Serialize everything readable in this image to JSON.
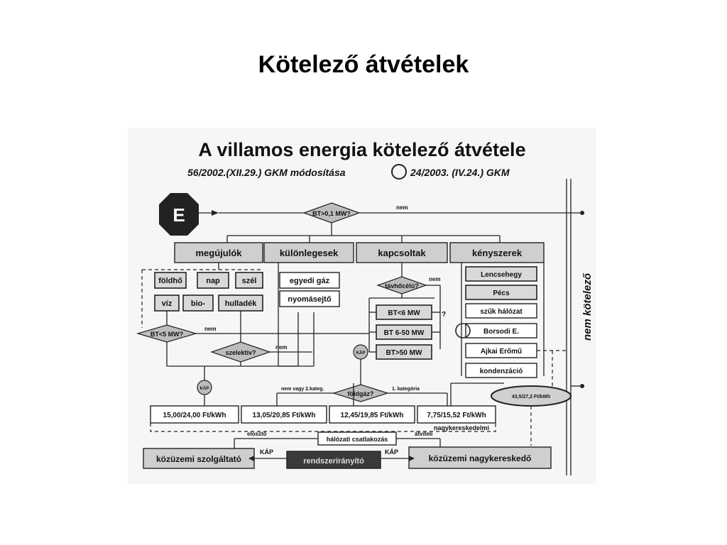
{
  "slide_title": "Kötelező átvételek",
  "diagram": {
    "title": "A villamos energia kötelező átvétele",
    "subtitle_left": "56/2002.(XII.29.) GKM módosítása",
    "subtitle_right": "24/2003. (IV.24.) GKM",
    "start_label": "E",
    "decision_bt01": "BT>0,1 MW?",
    "label_nem_top": "nem",
    "side_label": "nem kötelező",
    "categories": [
      "megújulók",
      "különlegesek",
      "kapcsoltak",
      "kényszerek"
    ],
    "renewables": [
      "földhő",
      "nap",
      "szél",
      "víz",
      "bio-",
      "hulladék"
    ],
    "special": [
      "egyedi gáz",
      "nyomásejtő"
    ],
    "decision_tavho": "távhőcélú?",
    "label_nem_tavho": "nem",
    "chp": [
      "BT<6 MW",
      "BT 6-50 MW",
      "BT>50 MW"
    ],
    "chp_question": "?",
    "forced": [
      "Lencsehegy",
      "Pécs",
      "szűk hálózat",
      "Borsodi E.",
      "Ajkai Erőmű",
      "kondenzáció"
    ],
    "decision_bt5": "BT<5 MW?",
    "label_nem_bt5": "nem",
    "decision_szelektiv": "szelektív?",
    "label_nem_szelektiv": "nem",
    "kap": "KÁP",
    "decision_foldgaz": "földgáz?",
    "label_foldgaz_left": "nem vagy 2.kateg.",
    "label_foldgaz_right": "1. kategória",
    "prices": [
      "15,00/24,00 Ft/kWh",
      "13,05/20,85 Ft/kWh",
      "12,45/19,85 Ft/kWh",
      "7,75/15,52 Ft/kWh"
    ],
    "price_special": "43,5/27,2 Ft/kWh",
    "nagykereskedelmi": "nagykereskedelmi",
    "halozati": "hálózati csatlakozás",
    "eloszto": "elosztó",
    "atviteli": "átviteli",
    "kozuzemi_szolg": "közüzemi szolgáltató",
    "rendszeriranyito": "rendszerirányító",
    "kozuzemi_nagyk": "közüzemi nagykereskedő",
    "kap_left": "KÁP",
    "kap_right": "KÁP"
  }
}
